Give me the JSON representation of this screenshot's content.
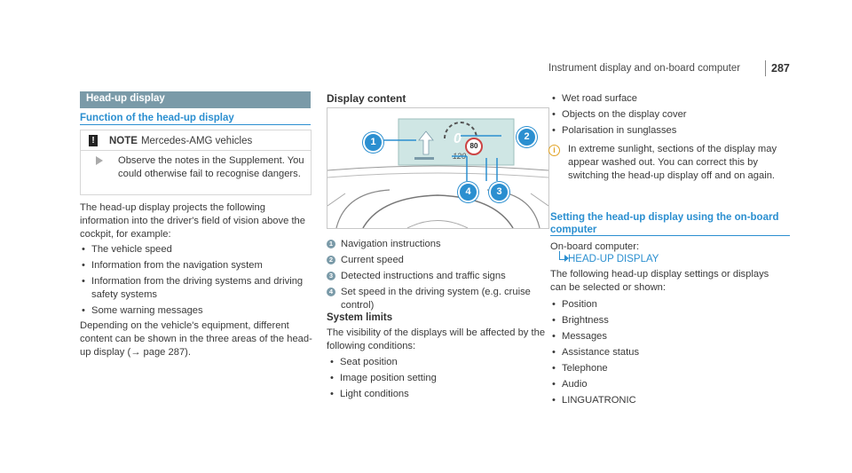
{
  "header": {
    "running_title": "Instrument display and on-board computer",
    "page_number": "287"
  },
  "left": {
    "section_bar": "Head-up display",
    "subheading": "Function of the head-up display",
    "note": {
      "icon": "!",
      "title_bold": "NOTE",
      "title_rest": "Mercedes-AMG vehicles",
      "body": "Observe the notes in the Supplement. You could otherwise fail to recognise dangers."
    },
    "intro": "The head-up display projects the following information into the driver's field of vision above the cockpit, for example:",
    "bullets": [
      "The vehicle speed",
      "Information from the navigation system",
      "Information from the driving systems and driving safety systems",
      "Some warning messages"
    ],
    "closing": "Depending on the vehicle's equipment, different content can be shown in the three areas of the head-up display (→ page 287)."
  },
  "middle": {
    "heading": "Display content",
    "figure": {
      "speed_value": "0",
      "speed_limit": "120",
      "sign_value": "80",
      "callouts": [
        "1",
        "2",
        "3",
        "4"
      ]
    },
    "legend": [
      {
        "num": "1",
        "text": "Navigation instructions"
      },
      {
        "num": "2",
        "text": "Current speed"
      },
      {
        "num": "3",
        "text": "Detected instructions and traffic signs"
      },
      {
        "num": "4",
        "text": "Set speed in the driving system (e.g. cruise control)"
      }
    ],
    "limits_heading": "System limits",
    "limits_intro": "The visibility of the displays will be affected by the following conditions:",
    "limits_bullets": [
      "Seat position",
      "Image position setting",
      "Light conditions"
    ]
  },
  "right": {
    "bullets_top": [
      "Wet road surface",
      "Objects on the display cover",
      "Polarisation in sunglasses"
    ],
    "info_icon": "i",
    "info_text": "In extreme sunlight, sections of the display may appear washed out. You can correct this by switching the head-up display off and on again.",
    "subheading": "Setting the head-up display using the on-board computer",
    "computer_label": "On-board computer:",
    "menu_path": "HEAD-UP DISPLAY",
    "settings_intro": "The following head-up display settings or displays can be selected or shown:",
    "settings": [
      "Position",
      "Brightness",
      "Messages",
      "Assistance status",
      "Telephone",
      "Audio",
      "LINGUATRONIC"
    ]
  },
  "colors": {
    "accent_blue": "#2b8fd0",
    "bar_gray": "#7a9aa8",
    "info_orange": "#e1a326",
    "hud_teal": "#cfe6e4"
  }
}
